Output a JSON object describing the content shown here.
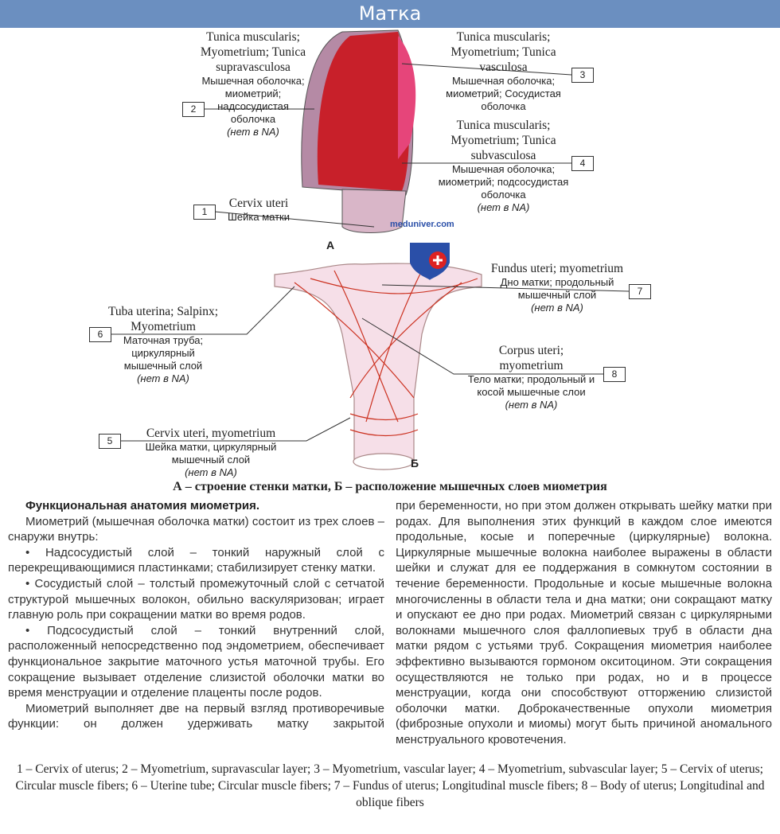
{
  "header": {
    "title": "Матка"
  },
  "figure": {
    "labels": [
      {
        "num": "1",
        "en": "Cervix uteri",
        "ru": "Шейка матки",
        "na": ""
      },
      {
        "num": "2",
        "en": "Tunica muscularis; Myometrium; Tunica supravasculosa",
        "ru": "Мышечная оболочка; миометрий; надсосудистая оболочка",
        "na": "(нет в NA)"
      },
      {
        "num": "3",
        "en": "Tunica muscularis; Myometrium; Tunica vasculosa",
        "ru": "Мышечная оболочка; миометрий; Сосудистая оболочка",
        "na": ""
      },
      {
        "num": "4",
        "en": "Tunica muscularis; Myometrium; Tunica subvasculosa",
        "ru": "Мышечная оболочка; миометрий; подсосудистая оболочка",
        "na": "(нет в NA)"
      },
      {
        "num": "5",
        "en": "Cervix uteri, myometrium",
        "ru": "Шейка матки, циркулярный мышечный слой",
        "na": "(нет в NA)"
      },
      {
        "num": "6",
        "en": "Tuba uterina; Salpinx; Myometrium",
        "ru": "Маточная труба; циркулярный мышечный слой",
        "na": "(нет в NA)"
      },
      {
        "num": "7",
        "en": "Fundus uteri; myometrium",
        "ru": "Дно матки; продольный мышечный слой",
        "na": "(нет в NA)"
      },
      {
        "num": "8",
        "en": "Corpus uteri; myometrium",
        "ru": "Тело матки; продольный и косой мышечные слои",
        "na": "(нет в NA)"
      }
    ],
    "panel_a": "А",
    "panel_b": "Б",
    "watermark": "meduniver.com",
    "caption": "А – строение стенки матки, Б – расположение мышечных слоев миометрия"
  },
  "text": {
    "heading": "Функциональная анатомия миометрия.",
    "intro": "Миометрий (мышечная оболочка матки) состоит из трех слоев – снаружи внутрь:",
    "bullets": [
      "• Надсосудистый слой – тонкий наружный слой с перекрещивающимися пластинками; стабилизирует стенку матки.",
      "• Сосудистый слой – толстый промежуточный слой с сетчатой структурой мышечных волокон, обильно васкуляризован; играет главную роль при сокращении матки во время родов.",
      "• Подсосудистый слой – тонкий внутренний слой, расположенный непосредственно под эндометрием, обеспечивает функциональное закрытие маточного устья маточной трубы. Его сокращение вызывает отделение слизистой оболочки матки во время менструации и отделение плаценты после родов."
    ],
    "para_left": "Миометрий выполняет две на первый взгляд противоречивые функции: он должен удерживать матку закрытой",
    "para_right": "при беременности, но при этом должен открывать шейку матки при родах. Для выполнения этих функций в каждом слое имеются продольные, косые и поперечные (циркулярные) волокна. Циркулярные мышечные волокна наиболее выражены в области шейки и служат для ее поддержания в сомкнутом состоянии в течение беременности. Продольные и косые мышечные волокна многочисленны в области тела и дна матки; они сокращают матку и опускают ее дно при родах. Миометрий связан с циркулярными волокнами мышечного слоя фаллопиевых труб в области дна матки рядом с устьями труб. Сокращения миометрия наиболее эффективно вызываются гормоном окситоцином. Эти сокращения осуществляются не только при родах, но и в процессе менструации, когда они способствуют отторжению слизистой оболочки матки. Доброкачественные опухоли миометрия (фиброзные опухоли и миомы) могут быть причиной аномального менструального кровотечения."
  },
  "footer": "1 – Cervix of uterus; 2 – Myometrium, supravascular layer; 3 – Myometrium, vascular layer; 4 – Myometrium, subvascular layer; 5 – Cervix of uterus; Circular muscle fibers; 6 – Uterine tube; Circular muscle fibers; 7 – Fundus of uterus; Longitudinal muscle fibers; 8 – Body of uterus; Longitudinal and oblique fibers"
}
